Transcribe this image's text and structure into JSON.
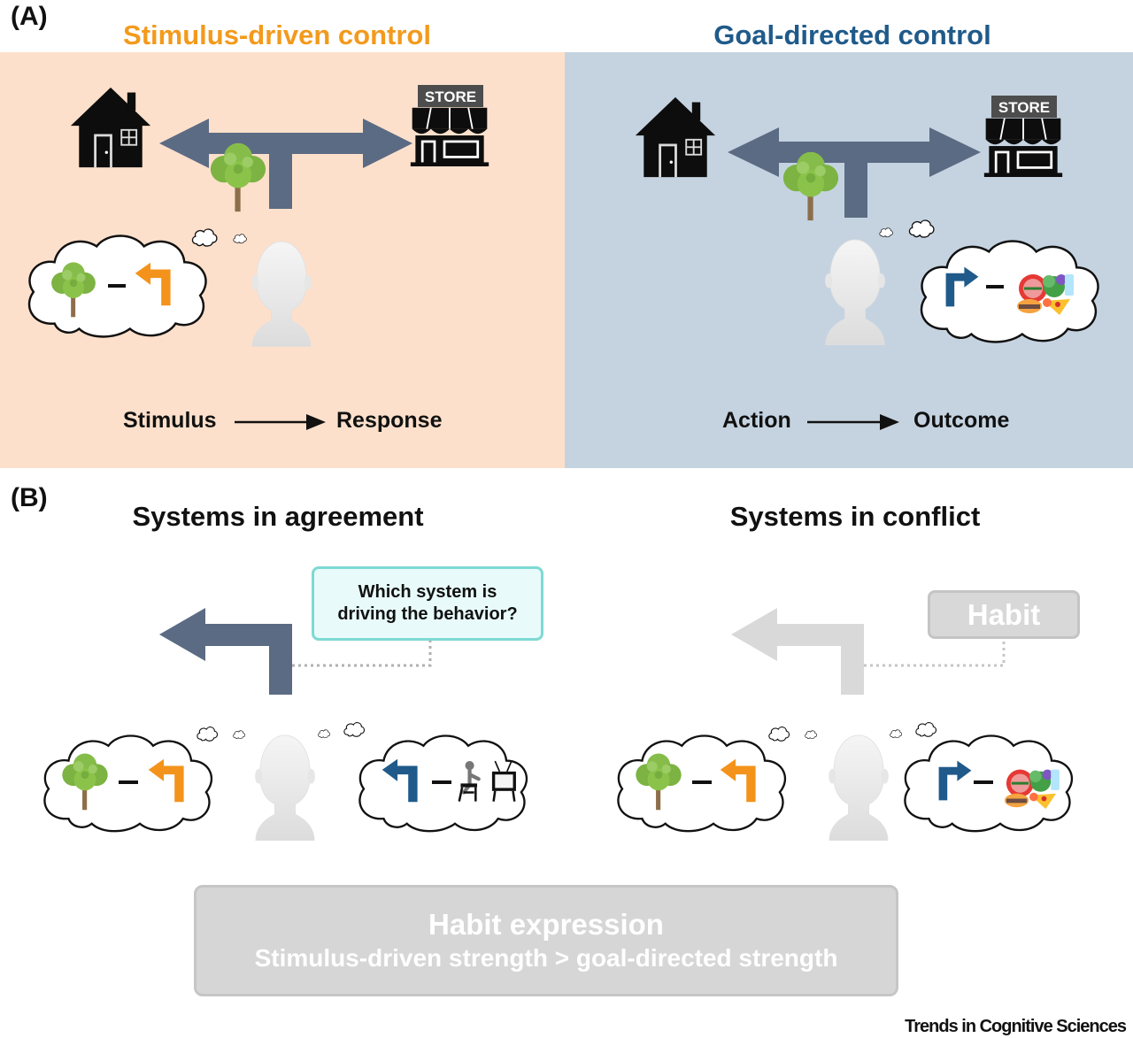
{
  "panel_a": {
    "label": "(A)",
    "left": {
      "title": "Stimulus-driven control",
      "title_color": "#f39a1c",
      "bg_color": "#fde0cb",
      "store_sign": "STORE",
      "assoc_from": "Stimulus",
      "assoc_to": "Response"
    },
    "right": {
      "title": "Goal-directed control",
      "title_color": "#1f5a8a",
      "bg_color": "#c5d3e1",
      "store_sign": "STORE",
      "assoc_from": "Action",
      "assoc_to": "Outcome"
    }
  },
  "panel_b": {
    "label": "(B)",
    "left": {
      "title": "Systems in agreement",
      "callout": [
        "Which system is",
        "driving the behavior?"
      ]
    },
    "right": {
      "title": "Systems in conflict",
      "callout": "Habit"
    },
    "expression": {
      "title": "Habit expression",
      "subtitle": "Stimulus-driven strength > goal-directed strength"
    }
  },
  "credit": "Trends in Cognitive Sciences",
  "colors": {
    "arrow": "#5b6b84",
    "arrow_faded": "#d9d9d9",
    "habit_turn_arrow": "#f3931b",
    "goal_turn_arrow": "#1f5a8a",
    "tree_green": "#7cb342",
    "tree_trunk": "#8d6e4a"
  },
  "icons": [
    "house-icon",
    "store-icon",
    "tree-icon",
    "head-icon",
    "thought-cloud-icon",
    "turn-left-arrow-icon",
    "turn-right-arrow-icon",
    "food-icon",
    "tv-viewer-icon"
  ]
}
